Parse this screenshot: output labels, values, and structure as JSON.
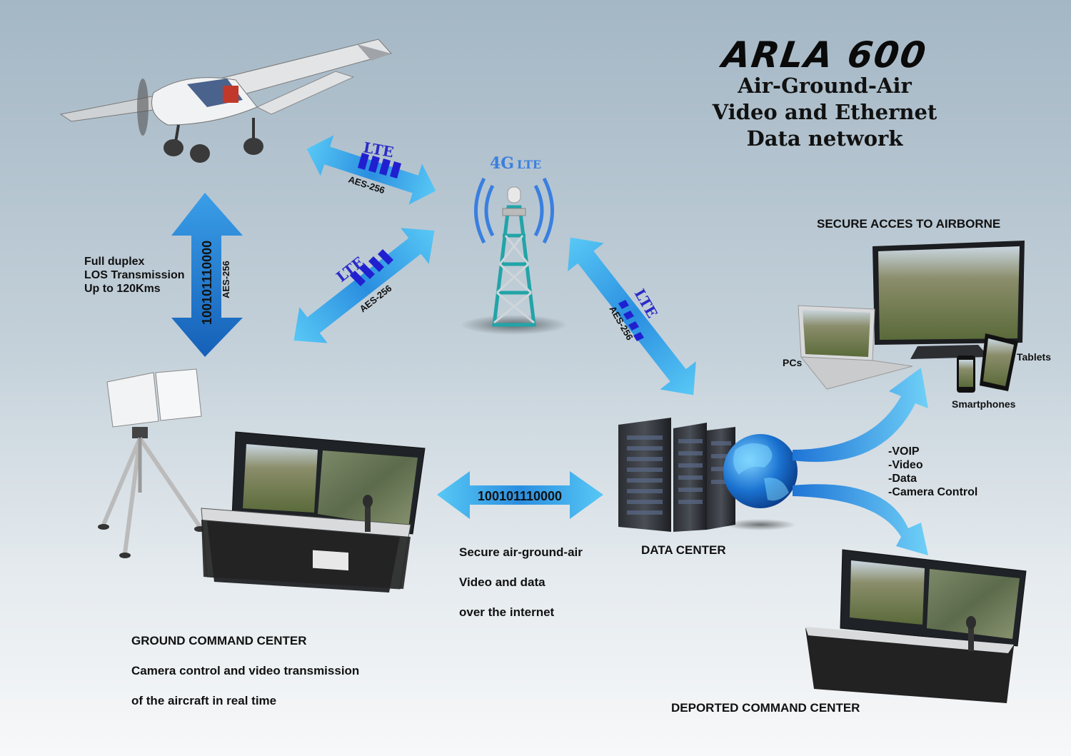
{
  "title": {
    "main": "ARLA 600",
    "line1": "Air-Ground-Air",
    "line2": "Video and Ethernet",
    "line3": "Data network"
  },
  "tower": {
    "label_4g": "4G",
    "label_lte": "LTE"
  },
  "links": {
    "lte": "LTE",
    "aes": "AES-256",
    "binary_vertical": "100101110000",
    "binary_horizontal": "100101110000"
  },
  "los": {
    "line1": "Full duplex",
    "line2": "LOS Transmission",
    "line3": "Up to 120Kms"
  },
  "internet": {
    "line1": "Secure air-ground-air",
    "line2": "Video and data",
    "line3": "over the internet"
  },
  "ground_center": {
    "title": "GROUND COMMAND CENTER",
    "line1": "Camera control and video transmission",
    "line2": "of the aircraft in real time"
  },
  "data_center": {
    "label": "DATA CENTER"
  },
  "secure_access": {
    "title": "SECURE ACCES TO AIRBORNE"
  },
  "devices": {
    "pcs": "PCs",
    "tablets": "Tablets",
    "smartphones": "Smartphones"
  },
  "services": [
    "-VOIP",
    "-Video",
    "-Data",
    "-Camera Control"
  ],
  "deported_center": {
    "label": "DEPORTED COMMAND CENTER"
  },
  "colors": {
    "arrow_light": "#58c8f5",
    "arrow_dark": "#1560b8",
    "lte_blue": "#2a2ac8",
    "mast_teal": "#22a4a8"
  }
}
